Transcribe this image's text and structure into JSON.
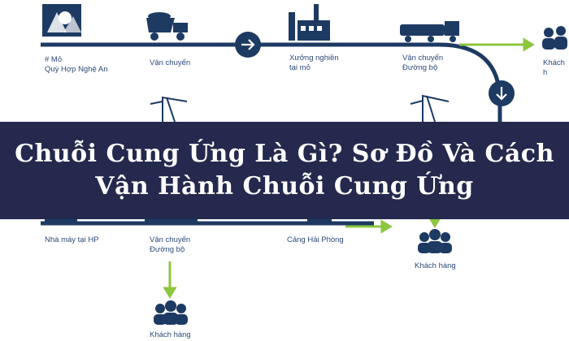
{
  "banner": {
    "title": "Chuỗi Cung Ứng Là Gì? Sơ Đồ Và Cách\nVận Hành Chuỗi Cung Ứng"
  },
  "nodes": {
    "mine": "# Mỏ\nQuỳ Hợp Nghệ An",
    "transport_1": "Vận chuyển",
    "mine_factory": "Xưởng nghiền\ntại mỏ",
    "road_transport_1": "Vận chuyển\nĐường bộ",
    "customer_top": "Khách h",
    "factory_hp": "Nhà máy tại HP",
    "road_transport_2": "Vận chuyển\nĐường bộ",
    "port": "Cảng Hải Phòng",
    "customer_mid": "Khách hàng",
    "customer_bottom": "Khách hàng"
  },
  "colors": {
    "navy": "#1d3a63",
    "green": "#8dc63f",
    "label": "#2b4a79",
    "banner": "#24294d"
  },
  "icons": [
    "mine-icon",
    "dump-truck-icon",
    "factory-icon",
    "tanker-truck-icon",
    "crane-icon",
    "customers-icon",
    "arrow-right-icon",
    "arrow-down-icon"
  ]
}
